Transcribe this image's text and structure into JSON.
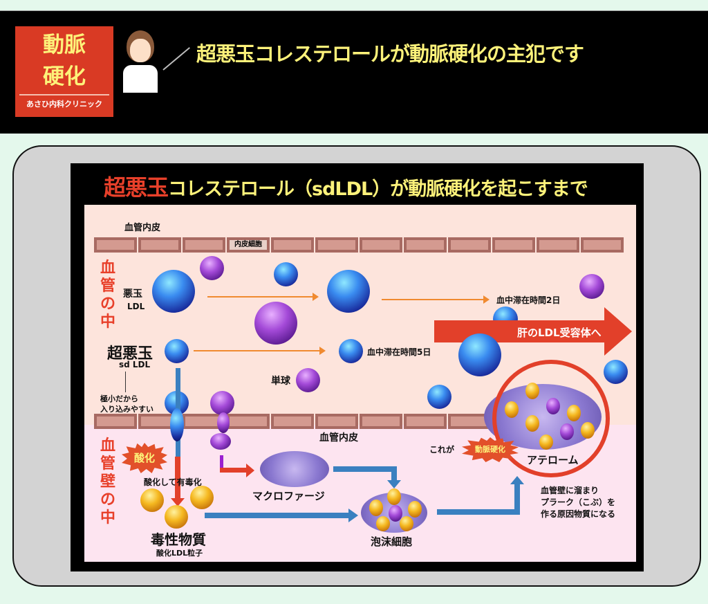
{
  "header": {
    "logo_line1": "動脈",
    "logo_line2": "硬化",
    "clinic": "あさひ内科クリニック",
    "headline": "超悪玉コレステロールが動脈硬化の主犯です"
  },
  "diagram": {
    "title_red": "超悪玉",
    "title_rest": "コレステロール（sdLDL）が動脈硬化を起こすまで",
    "endothelium_top": "血管内皮",
    "endothelial_cell": "内皮細胞",
    "in_vessel": "血管の中",
    "in_wall": "血管壁の中",
    "ldl_label": "悪玉",
    "ldl_sub": "LDL",
    "sdldl_label": "超悪玉",
    "sdldl_sub": "sd LDL",
    "small_note_1": "極小だから",
    "small_note_2": "入り込みやすい",
    "ldl_time": "血中滞在時間2日",
    "sdldl_time": "血中滞在時間5日",
    "liver": "肝のLDL受容体へ",
    "monocyte": "単球",
    "endothelium_bottom": "血管内皮",
    "oxidation": "酸化",
    "oxidized_toxic": "酸化して有毒化",
    "toxic": "毒性物質",
    "toxic_sub": "酸化LDL粒子",
    "macrophage": "マクロファージ",
    "foam_cell": "泡沫細胞",
    "this_is": "これが",
    "arteriosclerosis": "動脈硬化",
    "atheroma": "アテローム",
    "plaque_1": "血管壁に溜まり",
    "plaque_2": "プラーク（こぶ）を",
    "plaque_3": "作る原因物質になる"
  }
}
